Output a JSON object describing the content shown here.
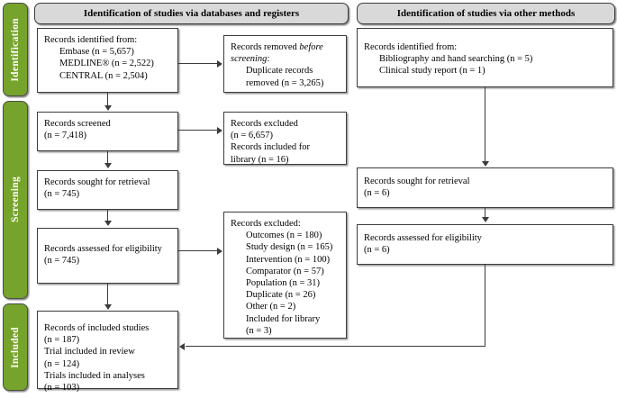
{
  "diagram": {
    "type": "prisma-flow-diagram",
    "colors": {
      "stage_bar_green": "#76A32B",
      "section_header_gray": "#d9d9d9",
      "border_gray": "#3c3c3c",
      "background": "#ffffff"
    }
  },
  "stages": [
    {
      "id": "identification",
      "label": "Identification"
    },
    {
      "id": "screening",
      "label": "Screening"
    },
    {
      "id": "included",
      "label": "Included"
    }
  ],
  "section_headers": [
    {
      "id": "databases-registers",
      "label": "Identification of studies via databases and registers"
    },
    {
      "id": "other-methods",
      "label": "Identification of studies via other methods"
    }
  ],
  "boxes": {
    "records_identified": {
      "name": "records-identified-from",
      "lines": [
        {
          "text": "Records identified from:",
          "indent": false
        },
        {
          "text": "Embase (n = 5,657)",
          "indent": true
        },
        {
          "text": "MEDLINE® (n = 2,522)",
          "indent": true
        },
        {
          "text": "CENTRAL (n = 2,504)",
          "indent": true
        }
      ]
    },
    "records_removed": {
      "name": "records-removed-before-screening",
      "lines": [
        {
          "text": "Records removed ",
          "italic_tail": "before",
          "indent": false
        },
        {
          "text": "",
          "italic_lead": "screening",
          "tail": ":",
          "indent": false
        },
        {
          "text": "Duplicate records",
          "indent": true
        },
        {
          "text": "removed (n = 3,265)",
          "indent": true
        }
      ]
    },
    "records_screened": {
      "name": "records-screened",
      "lines": [
        {
          "text": "Records screened",
          "indent": false
        },
        {
          "text": "(n = 7,418)",
          "indent": false
        }
      ]
    },
    "records_excluded_screening": {
      "name": "records-excluded-screening",
      "lines": [
        {
          "text": "Records excluded",
          "indent": false
        },
        {
          "text": "(n = 6,657)",
          "indent": false
        },
        {
          "text": "Records included for",
          "indent": false
        },
        {
          "text": "library (n = 16)",
          "indent": false
        }
      ]
    },
    "records_sought": {
      "name": "records-sought-for-retrieval",
      "lines": [
        {
          "text": "Records sought for retrieval",
          "indent": false
        },
        {
          "text": "(n = 745)",
          "indent": false
        }
      ]
    },
    "records_assessed": {
      "name": "records-assessed-for-eligibility",
      "lines": [
        {
          "text": "Records assessed for eligibility",
          "indent": false
        },
        {
          "text": "(n = 745)",
          "indent": false
        }
      ]
    },
    "records_excluded_eligibility": {
      "name": "records-excluded-eligibility",
      "lines": [
        {
          "text": "Records excluded:",
          "indent": false
        },
        {
          "text": "Outcomes (n = 180)",
          "indent": true
        },
        {
          "text": "Study design (n = 165)",
          "indent": true
        },
        {
          "text": "Intervention (n = 100)",
          "indent": true
        },
        {
          "text": "Comparator (n = 57)",
          "indent": true
        },
        {
          "text": "Population (n = 31)",
          "indent": true
        },
        {
          "text": "Duplicate (n = 26)",
          "indent": true
        },
        {
          "text": "Other (n = 2)",
          "indent": true
        },
        {
          "text": "Included for library",
          "indent": true
        },
        {
          "text": "(n = 3)",
          "indent": true
        }
      ]
    },
    "records_included_studies": {
      "name": "records-of-included-studies",
      "lines": [
        {
          "text": "Records of included studies",
          "indent": false
        },
        {
          "text": "(n = 187)",
          "indent": false
        },
        {
          "text": "Trial included in review",
          "indent": false
        },
        {
          "text": "(n = 124)",
          "indent": false
        },
        {
          "text": "Trials included in analyses",
          "indent": false
        },
        {
          "text": "(n = 103)",
          "indent": false
        }
      ]
    },
    "other_identified": {
      "name": "other-records-identified-from",
      "lines": [
        {
          "text": "Records identified from:",
          "indent": false
        },
        {
          "text": "Bibliography and hand searching (n = 5)",
          "indent": true
        },
        {
          "text": "Clinical study report (n = 1)",
          "indent": true
        }
      ]
    },
    "other_sought": {
      "name": "other-records-sought-for-retrieval",
      "lines": [
        {
          "text": "Records sought for retrieval",
          "indent": false
        },
        {
          "text": "(n = 6)",
          "indent": false
        }
      ]
    },
    "other_assessed": {
      "name": "other-records-assessed-for-eligibility",
      "lines": [
        {
          "text": "Records assessed for eligibility",
          "indent": false
        },
        {
          "text": "(n = 6)",
          "indent": false
        }
      ]
    }
  }
}
